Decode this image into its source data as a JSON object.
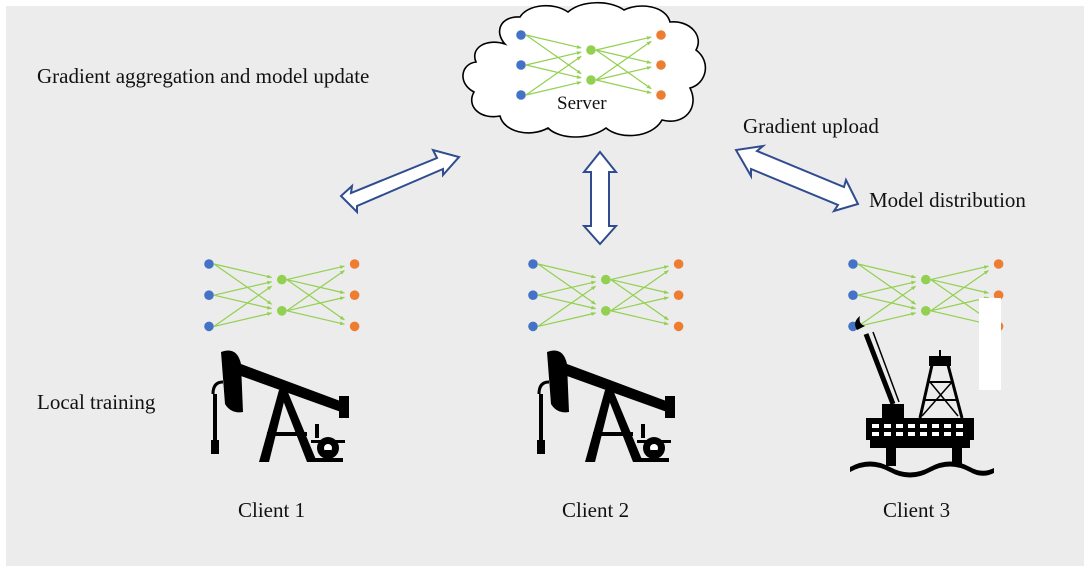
{
  "labels": {
    "aggregation": "Gradient aggregation and model update",
    "server": "Server",
    "upload": "Gradient upload",
    "distribution": "Model distribution",
    "local_training": "Local training"
  },
  "clients": [
    {
      "name": "Client 1",
      "icon": "oil-pumpjack-icon"
    },
    {
      "name": "Client 2",
      "icon": "oil-pumpjack-icon"
    },
    {
      "name": "Client 3",
      "icon": "offshore-platform-icon"
    }
  ],
  "colors": {
    "background": "#ececec",
    "input_node": "#4472c4",
    "hidden_node": "#92d050",
    "output_node": "#ed7d31",
    "arrow_outline": "#2f4c8f"
  }
}
